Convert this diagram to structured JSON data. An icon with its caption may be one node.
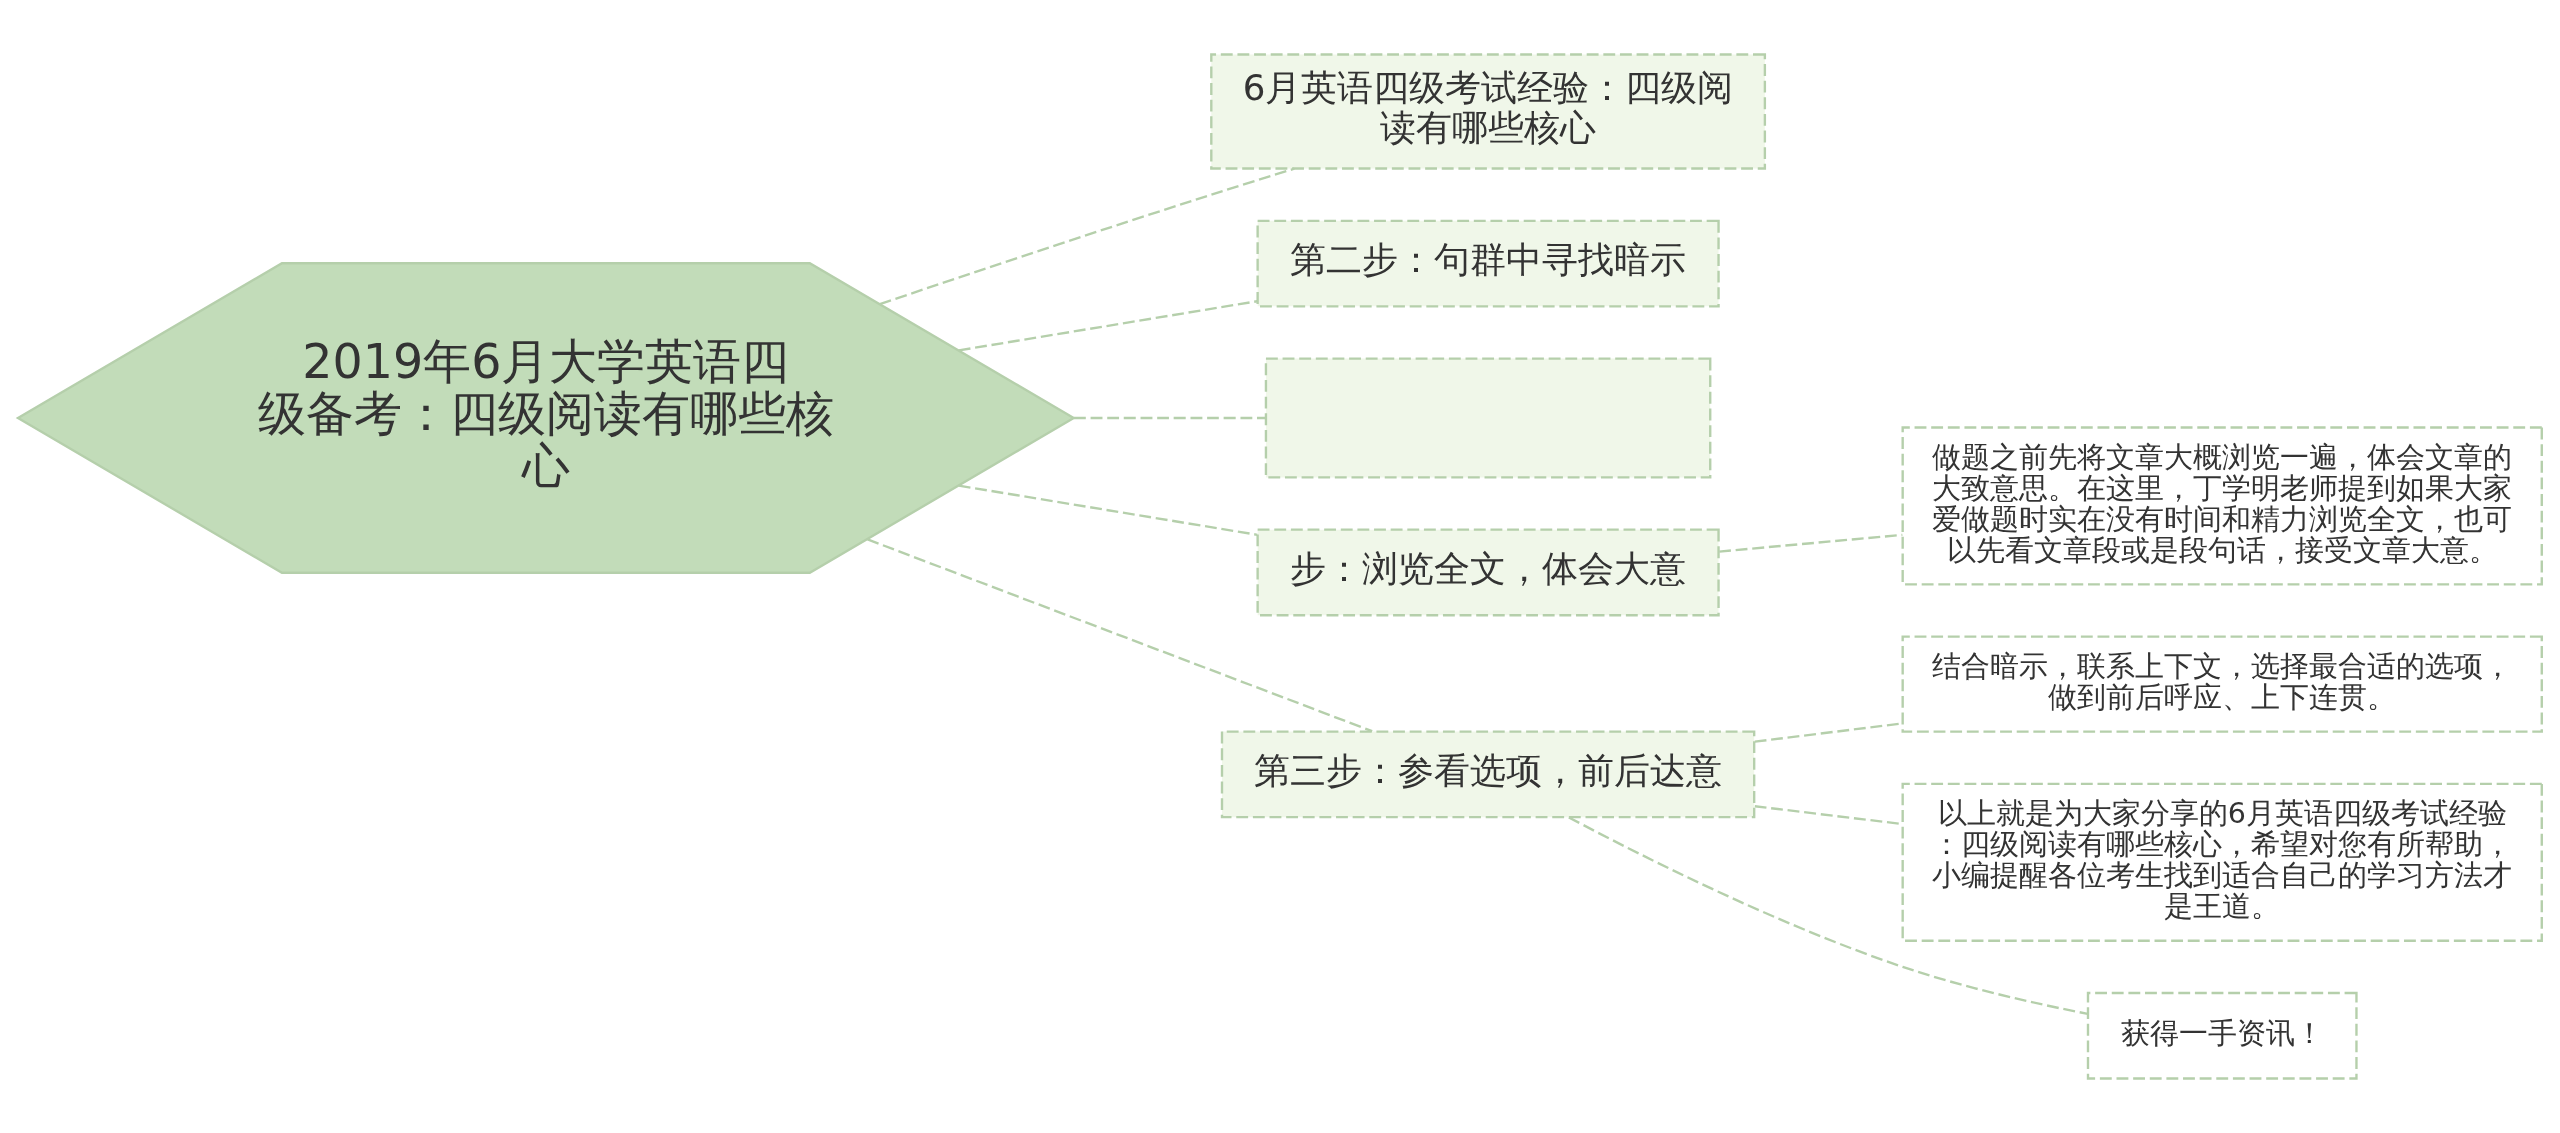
{
  "diagram": {
    "nodes": [
      {
        "text": [
          "2019年6月大学英语四级备考：四级阅读有哪些核心"
        ]
      },
      {
        "text": [
          "6月英语四级考试经验：四级阅读有哪些核心"
        ]
      },
      {
        "text": [
          "第二步：句群中寻找暗示"
        ]
      },
      {
        "text": [],
        "shape": "box"
      },
      {
        "text": [
          "步：浏览全文，体会大意"
        ]
      },
      {
        "text": [
          "做题之前先将文章大概浏览一遍，体会文章的大致意思。在这里，丁学明老师提到如果大家爱做题时实在没有时间和精力浏览全文，也可以先看文章段或是段句话，接受文章大意。"
        ]
      },
      {
        "text": [
          "第三步：参看选项，前后达意"
        ]
      },
      {
        "text": [
          "结合暗示，联系上下文，选择最合适的选项，做到前后呼应、上下连贯。"
        ]
      },
      {
        "text": [
          "以上就是为大家分享的6月英语四级考试经验：四级阅读有哪些核心，希望对您有所帮助，小编提醒各位考生找到适合自己的学习方法才是王道。"
        ]
      },
      {
        "text": [
          "获得一手资讯！"
        ]
      }
    ],
    "edges": [
      {
        "from": 0,
        "to": 1,
        "arrow": "none",
        "style": "dashed"
      },
      {
        "from": 0,
        "to": 2,
        "arrow": "none",
        "style": "dashed"
      },
      {
        "from": 0,
        "to": 3,
        "arrow": "none",
        "style": "dashed"
      },
      {
        "from": 0,
        "to": 4,
        "arrow": "none",
        "style": "dashed"
      },
      {
        "from": 0,
        "to": 6,
        "arrow": "none",
        "style": "dashed"
      },
      {
        "from": 4,
        "to": 5,
        "arrow": "none",
        "style": "dashed"
      },
      {
        "from": 6,
        "to": 7,
        "arrow": "none",
        "style": "dashed"
      },
      {
        "from": 6,
        "to": 8,
        "arrow": "none",
        "style": "dashed"
      },
      {
        "from": 6,
        "to": 9,
        "arrow": "none",
        "style": "dashed"
      }
    ]
  }
}
